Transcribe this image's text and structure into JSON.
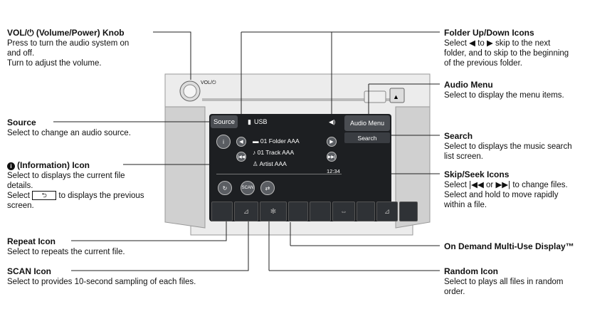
{
  "callouts": {
    "volume": {
      "title": "VOL/⏻ (Volume/Power) Knob",
      "lines": [
        "Press to turn the audio system on",
        "and off.",
        "Turn to adjust the volume."
      ]
    },
    "source": {
      "title": "Source",
      "lines": [
        "Select to change an audio source."
      ]
    },
    "info": {
      "title": "(Information) Icon",
      "lines": [
        "Select to displays the current file",
        "details.",
        "Select",
        "to displays the previous",
        "screen."
      ]
    },
    "repeat": {
      "title": "Repeat Icon",
      "lines": [
        "Select to repeats the current file."
      ]
    },
    "scan": {
      "title": "SCAN Icon",
      "lines": [
        "Select to provides 10-second sampling of each files."
      ]
    },
    "folder": {
      "title": "Folder Up/Down Icons",
      "lines": [
        "Select ◀ to ▶ skip to the next",
        "folder, and to skip to the beginning",
        "of the previous folder."
      ]
    },
    "audio_menu": {
      "title": "Audio Menu",
      "lines": [
        "Select to display the menu items."
      ]
    },
    "search": {
      "title": "Search",
      "lines": [
        "Select to displays the music search",
        "list screen."
      ]
    },
    "skip": {
      "title": "Skip/Seek Icons",
      "lines": [
        "Select |◀◀ or ▶▶| to change files.",
        "Select and hold to move rapidly",
        "within a file."
      ]
    },
    "ondemand": {
      "title": "On Demand Multi-Use Display™"
    },
    "random": {
      "title": "Random Icon",
      "lines": [
        "Select to plays all files in random",
        "order."
      ]
    }
  },
  "screen": {
    "source_btn": "Source",
    "usb_label": "USB",
    "audio_menu_btn": "Audio Menu",
    "search_btn": "Search",
    "folder": "01 Folder AAA",
    "track": "01 Track AAA",
    "artist": "Artist AAA",
    "time": "12:34",
    "scan_btn": "SCAN",
    "knob_label": "VOL/⏻"
  },
  "colors": {
    "screen": "#1d1f22",
    "bezel": "#d9d9d9",
    "button": "#4a4d52"
  }
}
